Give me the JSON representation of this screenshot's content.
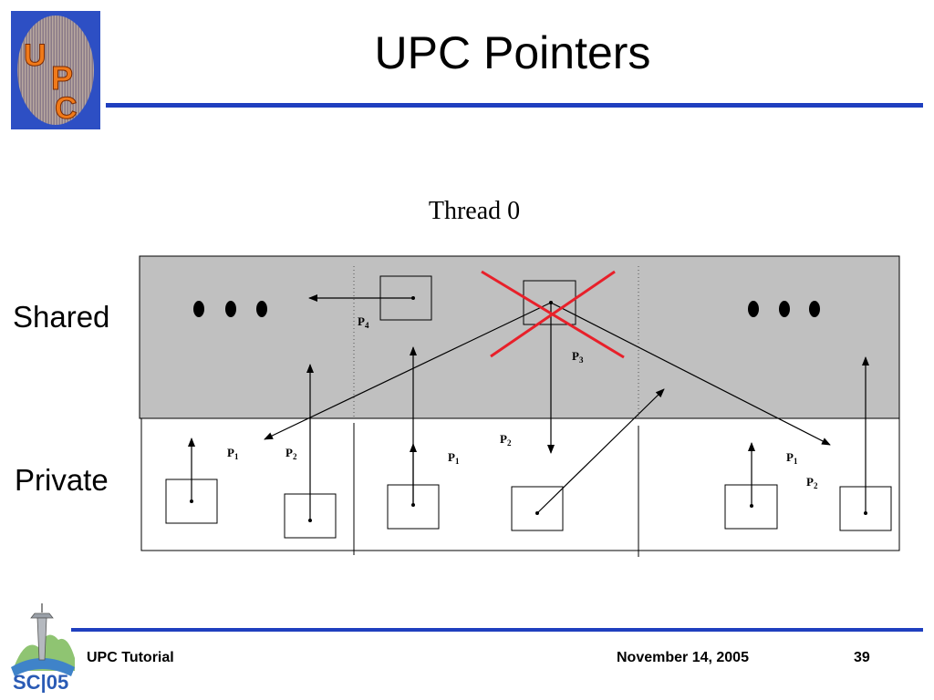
{
  "slide": {
    "title": "UPC Pointers",
    "accent_color": "#1f3fbf"
  },
  "diagram": {
    "thread_label": "Thread 0",
    "shared_label": "Shared",
    "private_label": "Private",
    "shared_fill": "#c0c0c0",
    "cross_color": "#e8202a",
    "pointer_labels": {
      "p4": {
        "base": "P",
        "sub": "4"
      },
      "p3": {
        "base": "P",
        "sub": "3"
      },
      "p2_middle": {
        "base": "P",
        "sub": "2"
      },
      "p1_left": {
        "base": "P",
        "sub": "1"
      },
      "p2_left": {
        "base": "P",
        "sub": "2"
      },
      "p1_middle": {
        "base": "P",
        "sub": "1"
      },
      "p1_right": {
        "base": "P",
        "sub": "1"
      },
      "p2_right": {
        "base": "P",
        "sub": "2"
      }
    }
  },
  "footer": {
    "left_text": "UPC Tutorial",
    "date": "November 14, 2005",
    "page_number": "39"
  },
  "logos": {
    "top_left": "UPC",
    "bottom_left": "SC|05"
  }
}
